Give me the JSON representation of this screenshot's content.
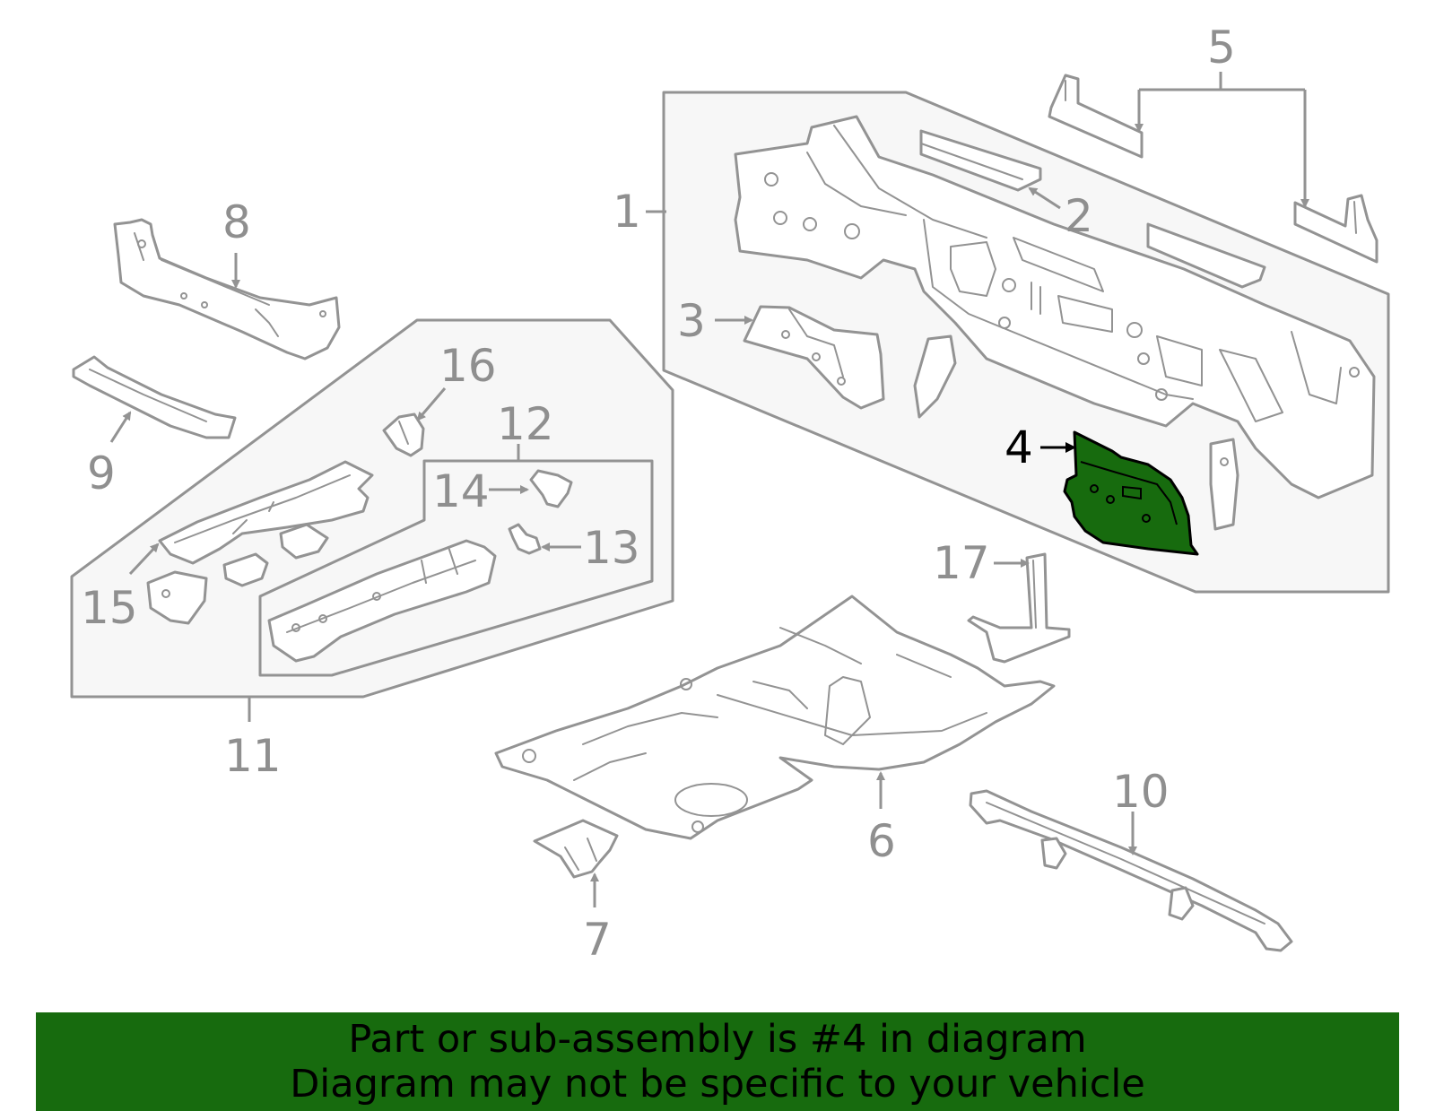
{
  "callouts": {
    "c1": "1",
    "c2": "2",
    "c3": "3",
    "c4": "4",
    "c5": "5",
    "c6": "6",
    "c7": "7",
    "c8": "8",
    "c9": "9",
    "c10": "10",
    "c11": "11",
    "c12": "12",
    "c13": "13",
    "c14": "14",
    "c15": "15",
    "c16": "16",
    "c17": "17"
  },
  "highlighted_part": "4",
  "colors": {
    "highlight": "#176b0e",
    "line": "#939393",
    "group_background": "#f7f7f7"
  },
  "banner": {
    "line1": "Part or sub-assembly is #4 in diagram",
    "line2": "Diagram may not be specific to your vehicle"
  }
}
